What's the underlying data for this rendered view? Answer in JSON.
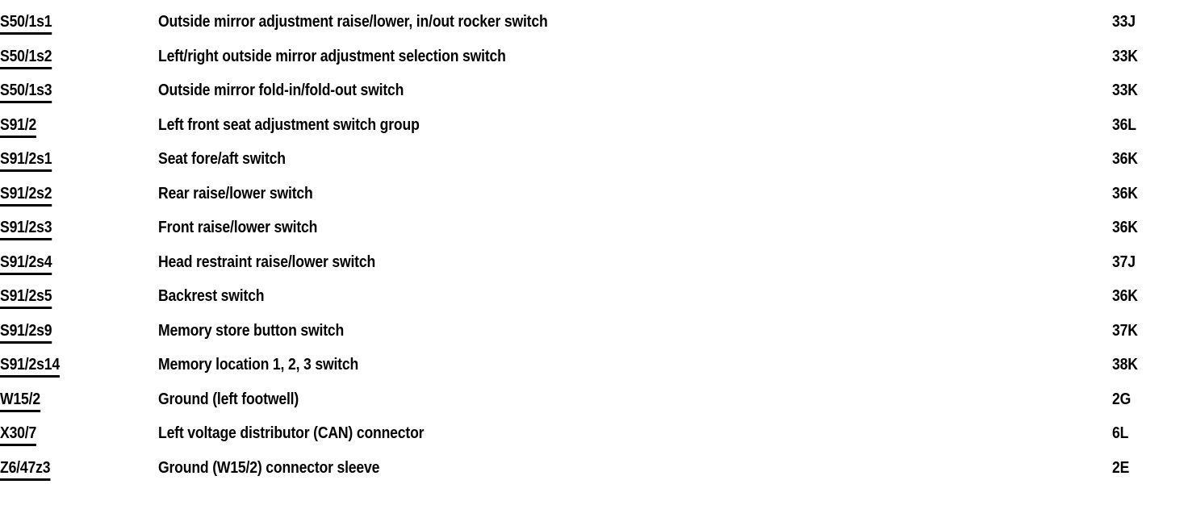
{
  "document": {
    "type": "wiring-diagram-component-legend",
    "background_color": "#ffffff",
    "text_color": "#000000",
    "columns": {
      "code_header": "",
      "description_header": "",
      "grid_ref_header": ""
    }
  },
  "rows": [
    {
      "code": "S50/1s1",
      "description": "Outside mirror adjustment raise/lower, in/out rocker switch",
      "grid_ref": "33J"
    },
    {
      "code": "S50/1s2",
      "description": "Left/right outside mirror adjustment selection switch",
      "grid_ref": "33K"
    },
    {
      "code": "S50/1s3",
      "description": "Outside mirror fold-in/fold-out switch",
      "grid_ref": "33K"
    },
    {
      "code": "S91/2",
      "description": "Left front seat adjustment switch group",
      "grid_ref": "36L"
    },
    {
      "code": "S91/2s1",
      "description": "Seat fore/aft switch",
      "grid_ref": "36K"
    },
    {
      "code": "S91/2s2",
      "description": "Rear raise/lower switch",
      "grid_ref": "36K"
    },
    {
      "code": "S91/2s3",
      "description": "Front raise/lower switch",
      "grid_ref": "36K"
    },
    {
      "code": "S91/2s4",
      "description": "Head restraint raise/lower switch",
      "grid_ref": "37J"
    },
    {
      "code": "S91/2s5",
      "description": "Backrest switch",
      "grid_ref": "36K"
    },
    {
      "code": "S91/2s9",
      "description": "Memory store button switch",
      "grid_ref": "37K"
    },
    {
      "code": "S91/2s14",
      "description": "Memory location 1, 2, 3 switch",
      "grid_ref": "38K"
    },
    {
      "code": "W15/2",
      "description": "Ground (left footwell)",
      "grid_ref": "2G"
    },
    {
      "code": "X30/7",
      "description": "Left voltage distributor (CAN) connector",
      "grid_ref": "6L"
    },
    {
      "code": "Z6/47z3",
      "description": "Ground (W15/2) connector sleeve",
      "grid_ref": "2E"
    }
  ]
}
